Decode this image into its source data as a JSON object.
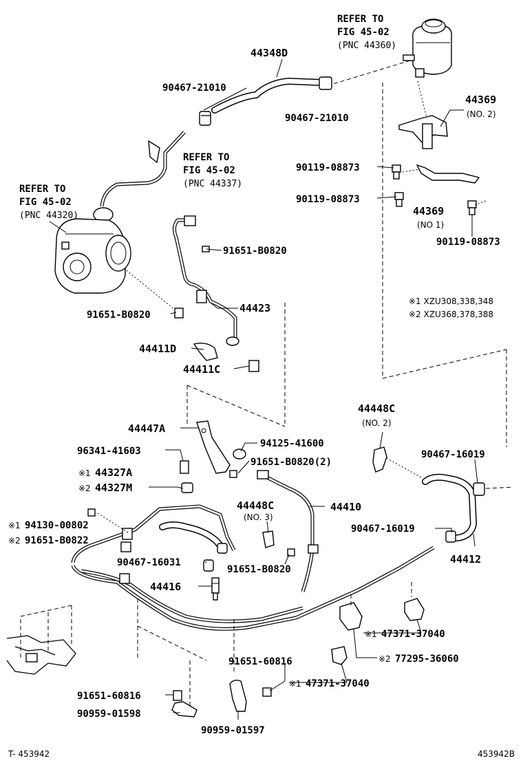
{
  "labels": {
    "p44348D": "44348D",
    "p90467_21010_a": "90467-21010",
    "p90467_21010_b": "90467-21010",
    "p44369_no2": "44369",
    "p44369_no2_sub": "(NO. 2)",
    "p90119_a": "90119-08873",
    "p90119_b": "90119-08873",
    "p44369_no1": "44369",
    "p44369_no1_sub": "(NO  1)",
    "p90119_c": "90119-08873",
    "p91651_B0820_a": "91651-B0820",
    "p44423": "44423",
    "p91651_B0820_b": "91651-B0820",
    "p44411D": "44411D",
    "p44411C": "44411C",
    "p44447A": "44447A",
    "p94125": "94125-41600",
    "p96341": "96341-41603",
    "p91651_B0820_2": "91651-B0820(2)",
    "p44327A": "44327A",
    "p44327M": "44327M",
    "p44448C_no2": "44448C",
    "p44448C_no2_sub": "(NO. 2)",
    "p90467_16019_a": "90467-16019",
    "p44448C_no3": "44448C",
    "p44448C_no3_sub": "(NO. 3)",
    "p44410": "44410",
    "p94130": "94130-00802",
    "p91651_B0822": "91651-B0822",
    "p90467_16019_b": "90467-16019",
    "p44412": "44412",
    "p90467_16031": "90467-16031",
    "p91651_B0820_c": "91651-B0820",
    "p44416": "44416",
    "p47371_a": "47371-37040",
    "p77295": "77295-36060",
    "p91651_60816_a": "91651-60816",
    "p47371_b": "47371-37040",
    "p91651_60816_b": "91651-60816",
    "p90959_01598": "90959-01598",
    "p90959_01597": "90959-01597"
  },
  "marks": {
    "m1": "※1",
    "m2": "※2"
  },
  "refs": {
    "r1_l1": "REFER TO",
    "r1_l2": "FIG 45-02",
    "r1_l3": "(PNC 44360)",
    "r2_l1": "REFER TO",
    "r2_l2": "FIG 45-02",
    "r2_l3": "(PNC 44337)",
    "r3_l1": "REFER TO",
    "r3_l2": "FIG 45-02",
    "r3_l3": "(PNC 44320)"
  },
  "notes": {
    "n1": "※1 XZU308,338,348",
    "n2": "※2 XZU368,378,388"
  },
  "footer": {
    "left": "T- 453942",
    "right": "453942B"
  }
}
